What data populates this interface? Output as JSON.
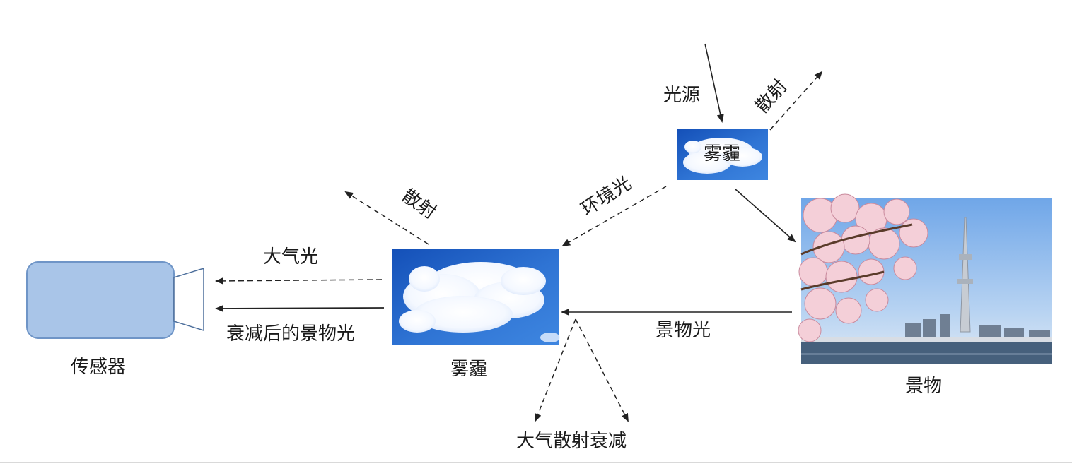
{
  "labels": {
    "sensor": "传感器",
    "haze_main": "雾霾",
    "haze_top": "雾霾",
    "haze_top_inside": "雾霾",
    "scene": "景物",
    "light_source": "光源",
    "scatter_top": "散射",
    "scatter_left": "散射",
    "ambient_light": "环境光",
    "airlight": "大气光",
    "attenuated_scene_light": "衰减后的景物光",
    "scene_light": "景物光",
    "atmospheric_scatter_attenuation": "大气散射衰减"
  },
  "colors": {
    "sensor_fill": "#a9c5e8",
    "sensor_stroke": "#6f95c7",
    "sky_deep": "#1b5fc2",
    "sky_light": "#5d9ce6",
    "cloud": "#ffffff",
    "arrow": "#222222",
    "blossom": "#f4cfd8",
    "blossom_dark": "#c98a9d"
  },
  "icons": {
    "sensor": "camera-body-icon",
    "haze": "cloud-photo",
    "scene": "cherry-blossom-skytree-photo"
  }
}
